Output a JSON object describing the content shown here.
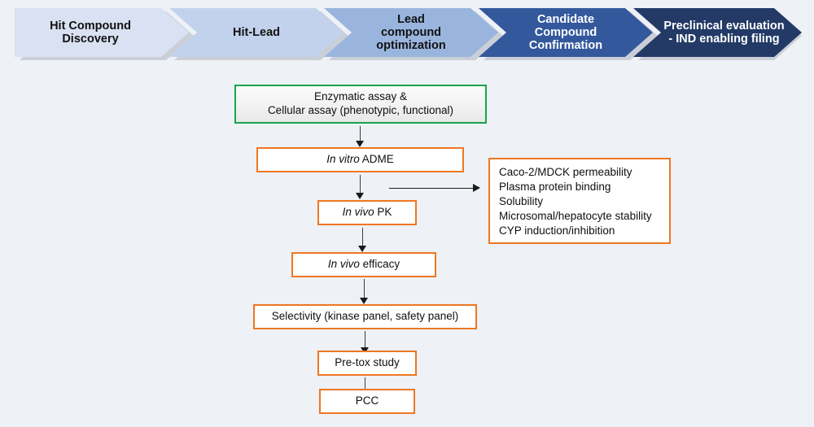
{
  "background_color": "#eef1f5",
  "banner": {
    "name": "drug-discovery-stage-banner",
    "stages": [
      {
        "id": "hit-compound-discovery",
        "lines": [
          "Hit Compound",
          "Discovery"
        ],
        "fill": "#d9e1f2",
        "text_color": "#111111"
      },
      {
        "id": "hit-lead",
        "lines": [
          "Hit-Lead"
        ],
        "fill": "#c3d2ec",
        "text_color": "#111111"
      },
      {
        "id": "lead-compound-optimization",
        "lines": [
          "Lead",
          "compound",
          "optimization"
        ],
        "fill": "#9ab5dd",
        "text_color": "#111111"
      },
      {
        "id": "candidate-compound-confirmation",
        "lines": [
          "Candidate",
          "Compound",
          "Confirmation"
        ],
        "fill": "#33589c",
        "text_color": "#ffffff"
      },
      {
        "id": "preclinical-evaluation",
        "lines": [
          "Preclinical evaluation",
          "- IND enabling filing"
        ],
        "fill": "#233a66",
        "text_color": "#ffffff"
      }
    ]
  },
  "flow": {
    "colors": {
      "green_border": "#17a44a",
      "orange_border": "#ee7722",
      "arrow": "#1a1a1a",
      "node_fill": "#ffffff"
    },
    "nodes": [
      {
        "id": "assay-node",
        "border": "green",
        "line1": "Enzymatic assay &",
        "line2": "Cellular assay (phenotypic, functional)"
      },
      {
        "id": "in-vitro-adme-node",
        "border": "orange",
        "italic": "In vitro",
        "rest": " ADME"
      },
      {
        "id": "in-vivo-pk-node",
        "border": "orange",
        "italic": "In vivo",
        "rest": " PK"
      },
      {
        "id": "in-vivo-efficacy-node",
        "border": "orange",
        "italic": "In vivo",
        "rest": " efficacy"
      },
      {
        "id": "selectivity-node",
        "border": "orange",
        "text": "Selectivity (kinase panel, safety panel)"
      },
      {
        "id": "pre-tox-study-node",
        "border": "orange",
        "text": "Pre-tox study"
      },
      {
        "id": "pcc-node",
        "border": "orange",
        "text": "PCC"
      }
    ],
    "adme_assays_box": {
      "id": "adme-assay-list",
      "items": [
        "Caco-2/MDCK permeability",
        "Plasma protein binding",
        "Solubility",
        "Microsomal/hepatocyte stability",
        "CYP induction/inhibition"
      ]
    }
  }
}
